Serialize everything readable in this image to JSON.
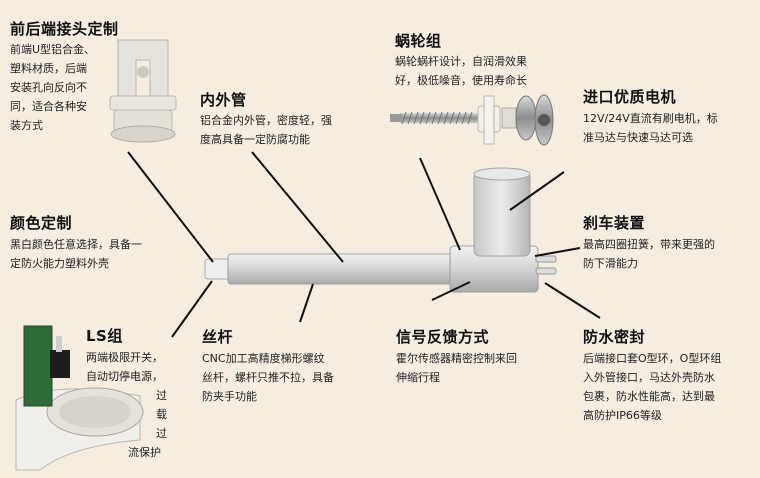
{
  "features": {
    "joint": {
      "title": "前后端接头定制",
      "lines": [
        "前端U型铝合金、",
        "塑料材质，后端",
        "安装孔向反向不",
        "同，适合各种安",
        "装方式"
      ]
    },
    "worm": {
      "title": "蜗轮组",
      "lines": [
        "蜗轮蜗杆设计，自润滑效果",
        "好，极低噪音，使用寿命长"
      ]
    },
    "inner": {
      "title": "内外管",
      "lines": [
        "铝合金内外管，密度轻，强",
        "度高具备一定防腐功能"
      ]
    },
    "motor": {
      "title": "进口优质电机",
      "lines": [
        "12V/24V直流有刷电机，标",
        "准马达与快速马达可选"
      ]
    },
    "color": {
      "title": "颜色定制",
      "lines": [
        "黑白颜色任意选择，具备一",
        "定防火能力塑料外壳"
      ]
    },
    "brake": {
      "title": "刹车装置",
      "lines": [
        "最高四圈扭簧，带来更强的",
        "防下滑能力"
      ]
    },
    "ls": {
      "title": "LS组",
      "lines": [
        "两端极限开关，",
        "自动切停电源，",
        "过",
        "载",
        "过",
        "流保护"
      ]
    },
    "screw": {
      "title": "丝杆",
      "lines": [
        "CNC加工高精度梯形螺纹",
        "丝杆，螺杆只推不拉，具备",
        "防夹手功能"
      ]
    },
    "signal": {
      "title": "信号反馈方式",
      "lines": [
        "霍尔传感器精密控制来回",
        "伸缩行程"
      ]
    },
    "waterproof": {
      "title": "防水密封",
      "lines": [
        "后端接口套O型环，O型环组",
        "入外管接口，马达外壳防水",
        "包裹，防水性能高，达到最",
        "高防护IP66等级"
      ]
    }
  },
  "colors": {
    "background": "#f4ede0",
    "line": "#111111",
    "body": "#dcdcdc"
  }
}
